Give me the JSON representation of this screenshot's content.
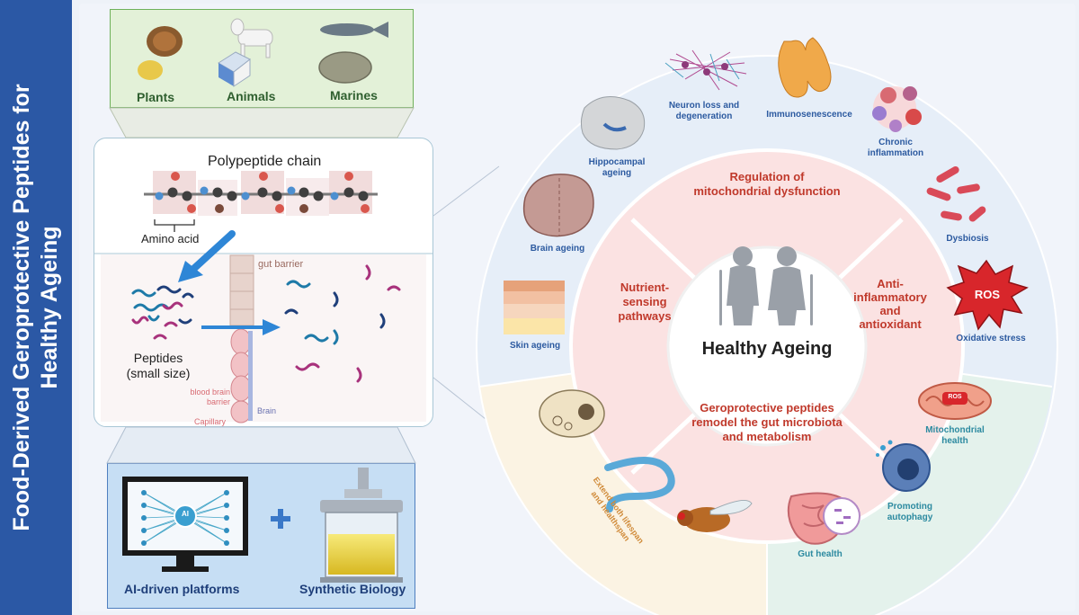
{
  "sidebar": {
    "line1": "Food-Derived Geroprotective Peptides for",
    "line2": "Healthy Ageing"
  },
  "sources": {
    "plants": "Plants",
    "animals": "Animals",
    "marines": "Marines"
  },
  "peptide_panel": {
    "title": "Polypeptide chain",
    "amino_acid": "Amino acid",
    "gut_barrier": "gut barrier",
    "peptides_line1": "Peptides",
    "peptides_line2": "(small size)",
    "bbb_line1": "blood brain",
    "bbb_line2": "barrier",
    "capillary": "Capillary",
    "brain": "Brain"
  },
  "tech": {
    "ai_platforms": "AI-driven platforms",
    "ai_chip": "AI",
    "synthetic_biology": "Synthetic Biology"
  },
  "circle": {
    "center": "Healthy Ageing",
    "inner": {
      "top_line1": "Regulation of",
      "top_line2": "mitochondrial dysfunction",
      "left_line1": "Nutrient-",
      "left_line2": "sensing",
      "left_line3": "pathways",
      "right_line1": "Anti-",
      "right_line2": "inflammatory",
      "right_line3": "and",
      "right_line4": "antioxidant",
      "bottom_line1": "Geroprotective peptides",
      "bottom_line2": "remodel the gut microbiota",
      "bottom_line3": "and metabolism"
    },
    "outer": {
      "neuron_line1": "Neuron loss and",
      "neuron_line2": "degeneration",
      "immunosenescence": "Immunosenescence",
      "chronic_line1": "Chronic",
      "chronic_line2": "inflammation",
      "hippocampal_line1": "Hippocampal",
      "hippocampal_line2": "ageing",
      "brain_ageing": "Brain ageing",
      "dysbiosis": "Dysbiosis",
      "skin_ageing": "Skin ageing",
      "ros": "ROS",
      "oxidative_stress": "Oxidative stress",
      "mito_ros": "ROS",
      "mito_line1": "Mitochondrial",
      "mito_line2": "health",
      "autophagy_line1": "Promoting",
      "autophagy_line2": "autophagy",
      "gut_health": "Gut health",
      "lifespan_line1": "Extend both lifespan",
      "lifespan_line2": "and healthspan"
    }
  },
  "colors": {
    "sidebar": "#2b58a5",
    "inner_text": "#c0392b",
    "outer_text": "#2c5aa0",
    "sources_bg": "#e3f1d8",
    "tech_bg": "#c6def4",
    "lifespan_text": "#d08b3a"
  }
}
